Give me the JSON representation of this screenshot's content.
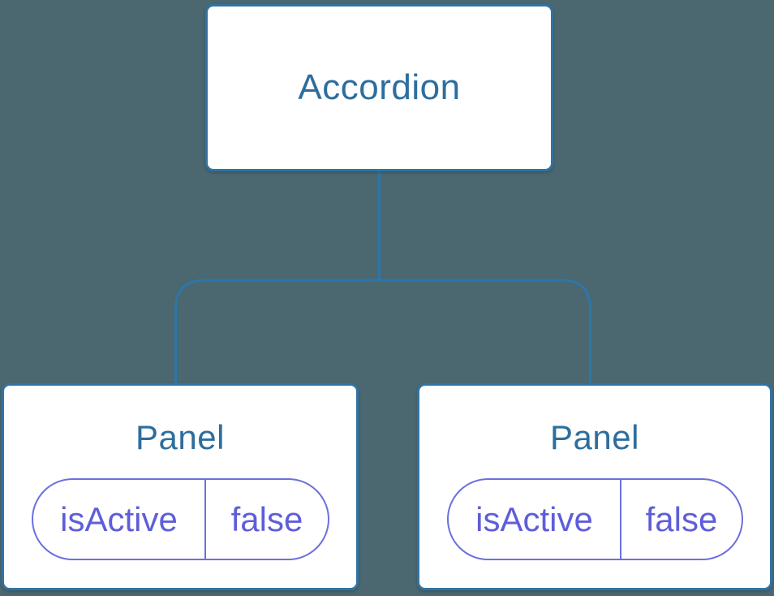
{
  "colors": {
    "canvas-bg": "#4b6770",
    "node-bg": "#ffffff",
    "node-border": "#3173a4",
    "connector": "#2e76a8",
    "node-title": "#2d6e9e",
    "state-border": "#6a71dc",
    "state-text": "#5e5eda"
  },
  "tree": {
    "root": {
      "label": "Accordion"
    },
    "children": [
      {
        "label": "Panel",
        "state": {
          "key": "isActive",
          "value": "false"
        }
      },
      {
        "label": "Panel",
        "state": {
          "key": "isActive",
          "value": "false"
        }
      }
    ]
  }
}
